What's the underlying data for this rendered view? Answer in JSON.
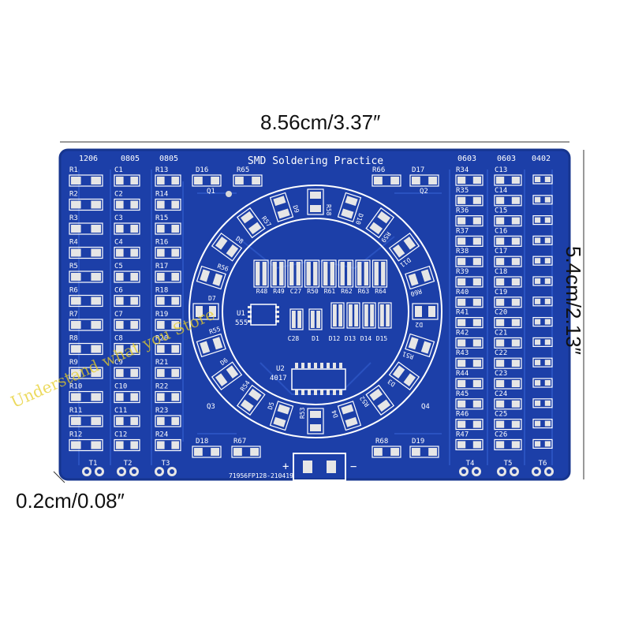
{
  "dimensions": {
    "width": "8.56cm/3.37″",
    "height": "5.4cm/2.13″",
    "corner": "0.2cm/0.08″"
  },
  "board": {
    "title": "SMD Soldering Practice",
    "serial": "71956FP128-210419",
    "plus": "+",
    "minus": "−",
    "column_headers": [
      "1206",
      "0805",
      "0805",
      "0603",
      "0603",
      "0402"
    ],
    "col1": [
      "R1",
      "R2",
      "R3",
      "R4",
      "R5",
      "R6",
      "R7",
      "R8",
      "R9",
      "R10",
      "R11",
      "R12"
    ],
    "col2": [
      "C1",
      "C2",
      "C3",
      "C4",
      "C5",
      "C6",
      "C7",
      "C8",
      "C9",
      "C10",
      "C11",
      "C12"
    ],
    "col3": [
      "R13",
      "R14",
      "R15",
      "R16",
      "R17",
      "R18",
      "R19",
      "R20",
      "R21",
      "R22",
      "R23",
      "R24"
    ],
    "col4": [
      "R34",
      "R35",
      "R36",
      "R37",
      "R38",
      "R39",
      "R40",
      "R41",
      "R42",
      "R43",
      "R44",
      "R45",
      "R46",
      "R47"
    ],
    "col5": [
      "C13",
      "C14",
      "C15",
      "C16",
      "C17",
      "C18",
      "C19",
      "C20",
      "C21",
      "C22",
      "C23",
      "C24",
      "C25",
      "C26"
    ],
    "ring": [
      "R58",
      "D10",
      "R59",
      "D11",
      "R60",
      "D2",
      "R51",
      "D3",
      "R52",
      "D4",
      "R53",
      "D5",
      "R54",
      "D6",
      "R55",
      "D7",
      "R56",
      "D8",
      "R57",
      "D9"
    ],
    "center_top": [
      "R48",
      "R49",
      "C27",
      "R50",
      "R61",
      "R62",
      "R63",
      "R64"
    ],
    "center_mid": [
      "C28",
      "D1",
      "D12",
      "D13",
      "D14",
      "D15"
    ],
    "chips": [
      "U1",
      "555",
      "U2",
      "4017"
    ],
    "edge_labels": [
      "D16",
      "R65",
      "Q1",
      "R66",
      "D17",
      "Q2",
      "D18",
      "R67",
      "Q3",
      "R68",
      "D19",
      "Q4"
    ],
    "terminals": [
      "T1",
      "T2",
      "T3",
      "T4",
      "T5",
      "T6"
    ]
  },
  "watermark": "Understand what you Store",
  "colors": {
    "pcb": "#1c3fa8",
    "pcb_edge": "#16358f",
    "trace": "#2a52c0",
    "pad": "#e6e6e6",
    "silk": "#ffffff"
  }
}
